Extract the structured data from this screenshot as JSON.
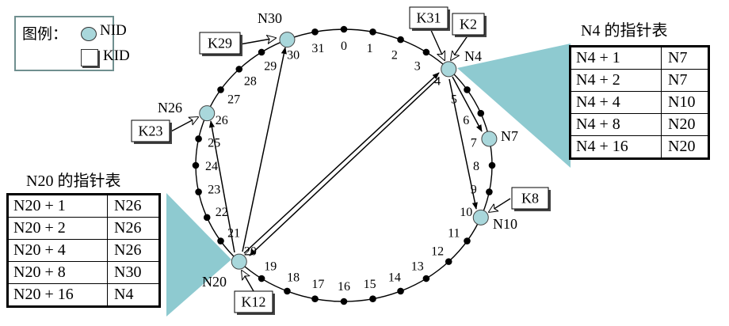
{
  "legend": {
    "title": "图例：",
    "node_label": "NID",
    "key_label": "KID"
  },
  "ring": {
    "positions": [
      "0",
      "1",
      "2",
      "3",
      "4",
      "5",
      "6",
      "7",
      "8",
      "9",
      "10",
      "11",
      "12",
      "13",
      "14",
      "15",
      "16",
      "17",
      "18",
      "19",
      "20",
      "21",
      "22",
      "23",
      "24",
      "25",
      "26",
      "27",
      "28",
      "29",
      "30",
      "31"
    ],
    "nodes": [
      "N4",
      "N7",
      "N10",
      "N20",
      "N26",
      "N30"
    ],
    "keys": [
      "K31",
      "K2",
      "K8",
      "K12",
      "K23",
      "K29"
    ]
  },
  "finger_tables": {
    "n4": {
      "title": "N4 的指针表",
      "rows": [
        {
          "start": "N4 + 1",
          "succ": "N7"
        },
        {
          "start": "N4 + 2",
          "succ": "N7"
        },
        {
          "start": "N4 + 4",
          "succ": "N10"
        },
        {
          "start": "N4 + 8",
          "succ": "N20"
        },
        {
          "start": "N4 + 16",
          "succ": "N20"
        }
      ]
    },
    "n20": {
      "title": "N20 的指针表",
      "rows": [
        {
          "start": "N20 + 1",
          "succ": "N26"
        },
        {
          "start": "N20 + 2",
          "succ": "N26"
        },
        {
          "start": "N20 + 4",
          "succ": "N26"
        },
        {
          "start": "N20 + 8",
          "succ": "N30"
        },
        {
          "start": "N20 + 16",
          "succ": "N4"
        }
      ]
    }
  },
  "colors": {
    "node_fill": "#a9d7db",
    "callout_fill": "#8ecad0",
    "line": "#000000"
  }
}
